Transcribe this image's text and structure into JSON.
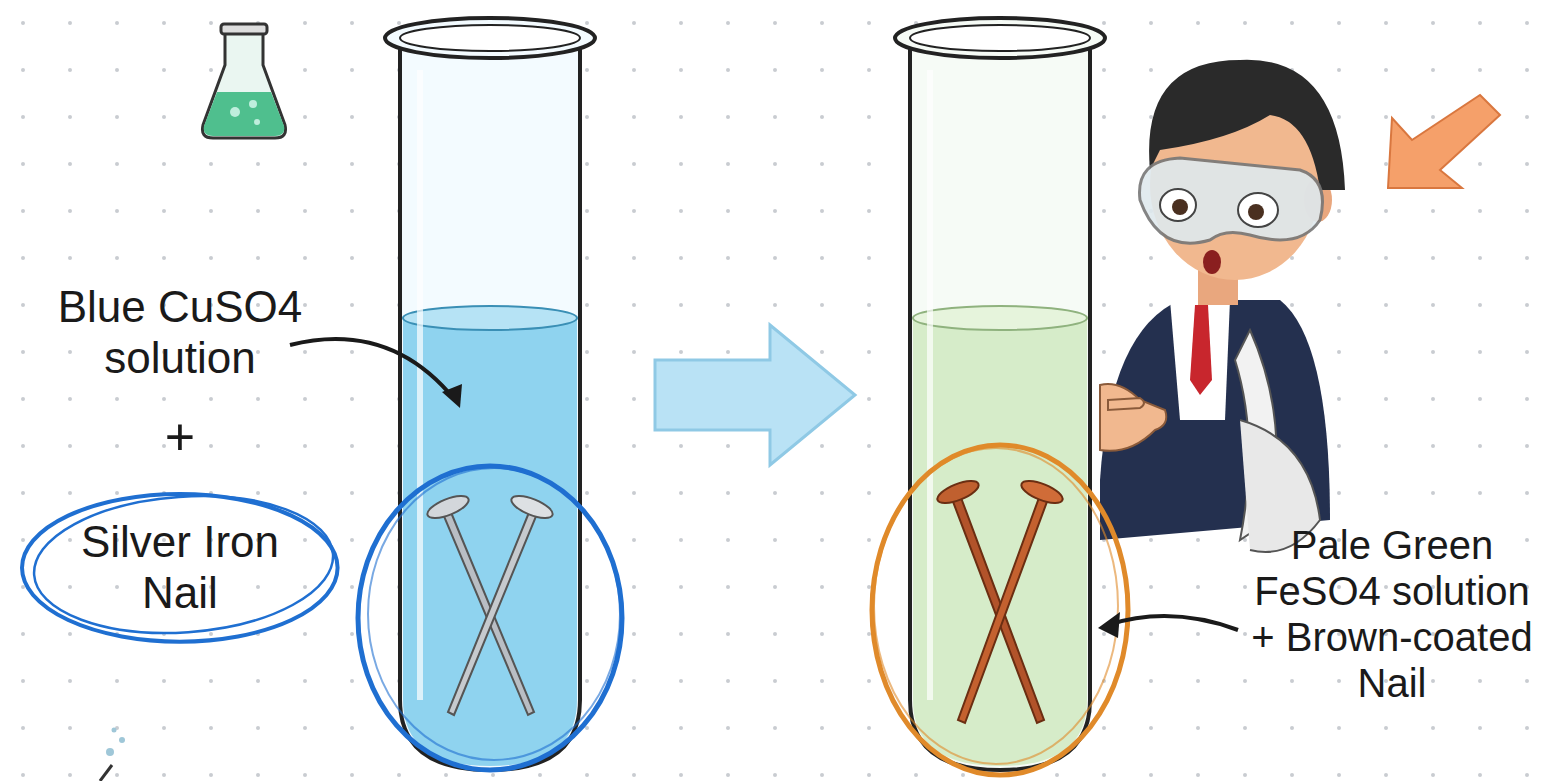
{
  "diagram": {
    "nodes": [
      {
        "text": [
          "Silver Iron Nail"
        ]
      }
    ],
    "labels": [
      "Blue CuSO4 solution",
      "+",
      "Pale Green FeSO4 solution + Brown-coated Nail"
    ]
  }
}
